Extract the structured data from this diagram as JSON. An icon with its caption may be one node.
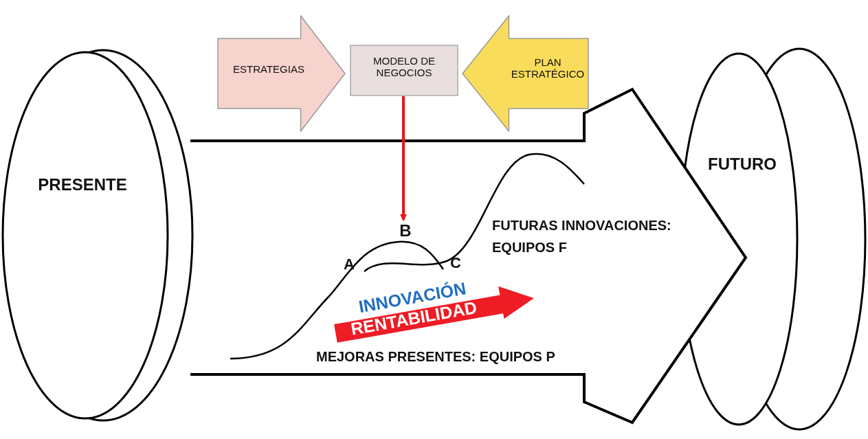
{
  "diagram": {
    "nodes": [
      {
        "text": [
          "ESTRATEGIAS"
        ]
      },
      {
        "text": [
          "MODELO DE NEGOCIOS"
        ]
      },
      {
        "text": [
          "PLAN ESTRATÉGICO"
        ]
      },
      {
        "text": [
          "PRESENTE"
        ]
      },
      {
        "text": [
          "FUTURO"
        ]
      },
      {
        "text": [
          "B"
        ]
      },
      {
        "text": [
          "INNOVACIÓN",
          "RENTABILIDAD"
        ]
      }
    ],
    "edges": [
      {
        "from": 3,
        "to": 4,
        "arrow": "to"
      },
      {
        "from": 1,
        "to": 5,
        "arrow": "to",
        "color": "#e8141b"
      }
    ],
    "labels": [
      "A",
      "C",
      "FUTURAS INNOVACIONES: EQUIPOS F",
      "MEJORAS PRESENTES: EQUIPOS P"
    ]
  }
}
